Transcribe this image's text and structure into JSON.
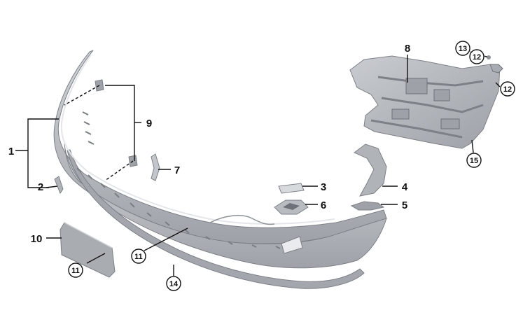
{
  "diagram": {
    "callouts": [
      {
        "id": "c1",
        "label": "1",
        "circled": false
      },
      {
        "id": "c2",
        "label": "2",
        "circled": false
      },
      {
        "id": "c3",
        "label": "3",
        "circled": false
      },
      {
        "id": "c4",
        "label": "4",
        "circled": false
      },
      {
        "id": "c5",
        "label": "5",
        "circled": false
      },
      {
        "id": "c6",
        "label": "6",
        "circled": false
      },
      {
        "id": "c7",
        "label": "7",
        "circled": false
      },
      {
        "id": "c8",
        "label": "8",
        "circled": false
      },
      {
        "id": "c9",
        "label": "9",
        "circled": false
      },
      {
        "id": "c10",
        "label": "10",
        "circled": false
      },
      {
        "id": "c11a",
        "label": "11",
        "circled": true
      },
      {
        "id": "c11b",
        "label": "11",
        "circled": true
      },
      {
        "id": "c12a",
        "label": "12",
        "circled": true
      },
      {
        "id": "c12b",
        "label": "12",
        "circled": true
      },
      {
        "id": "c13",
        "label": "13",
        "circled": true
      },
      {
        "id": "c14",
        "label": "14",
        "circled": true
      },
      {
        "id": "c15",
        "label": "15",
        "circled": true
      }
    ],
    "colors": {
      "part_fill": "#b9bcc1",
      "part_light": "#d3d6da",
      "part_dark": "#8e9298",
      "line": "#111111"
    }
  }
}
